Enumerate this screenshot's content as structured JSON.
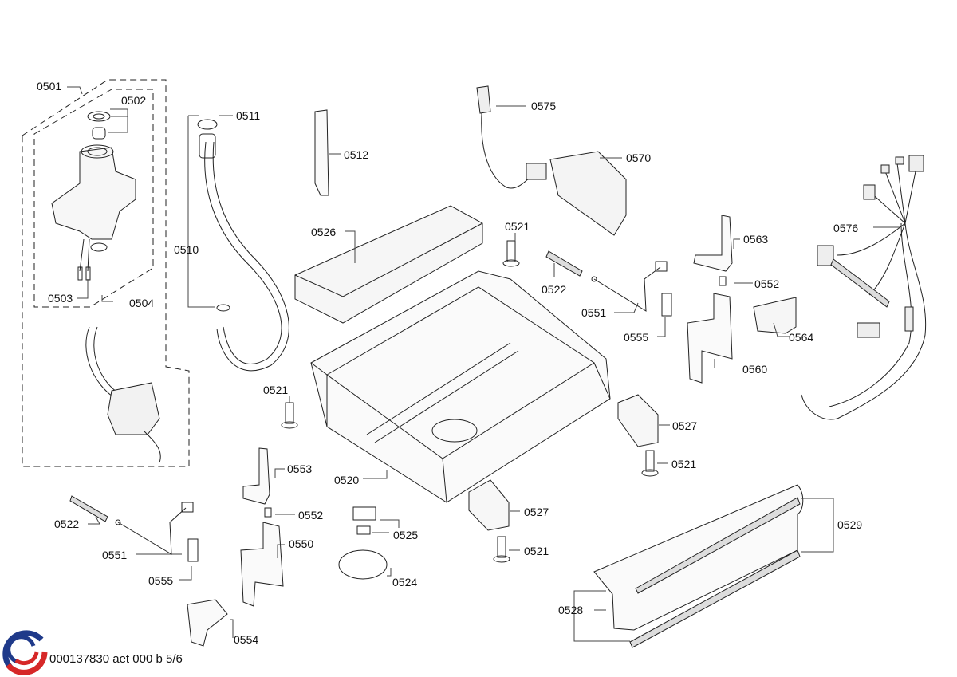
{
  "diagram": {
    "title": "Exploded parts diagram",
    "footer_code": "000137830 aet 000 b 5/6",
    "logo": "brand-swirl-logo",
    "colors": {
      "line": "#222222",
      "logo_blue": "#1f3a8a",
      "logo_red": "#d62828"
    },
    "labels": [
      {
        "id": "0501",
        "text": "0501"
      },
      {
        "id": "0502",
        "text": "0502"
      },
      {
        "id": "0503",
        "text": "0503"
      },
      {
        "id": "0504",
        "text": "0504"
      },
      {
        "id": "0510",
        "text": "0510"
      },
      {
        "id": "0511",
        "text": "0511"
      },
      {
        "id": "0512",
        "text": "0512"
      },
      {
        "id": "0526",
        "text": "0526"
      },
      {
        "id": "0575",
        "text": "0575"
      },
      {
        "id": "0570",
        "text": "0570"
      },
      {
        "id": "0576",
        "text": "0576"
      },
      {
        "id": "0521a",
        "text": "0521"
      },
      {
        "id": "0522a",
        "text": "0522"
      },
      {
        "id": "0551a",
        "text": "0551"
      },
      {
        "id": "0563",
        "text": "0563"
      },
      {
        "id": "0552a",
        "text": "0552"
      },
      {
        "id": "0555a",
        "text": "0555"
      },
      {
        "id": "0564",
        "text": "0564"
      },
      {
        "id": "0560",
        "text": "0560"
      },
      {
        "id": "0521b",
        "text": "0521"
      },
      {
        "id": "0520",
        "text": "0520"
      },
      {
        "id": "0527a",
        "text": "0527"
      },
      {
        "id": "0521c",
        "text": "0521"
      },
      {
        "id": "0553",
        "text": "0553"
      },
      {
        "id": "0552b",
        "text": "0552"
      },
      {
        "id": "0550",
        "text": "0550"
      },
      {
        "id": "0525",
        "text": "0525"
      },
      {
        "id": "0524",
        "text": "0524"
      },
      {
        "id": "0527b",
        "text": "0527"
      },
      {
        "id": "0521d",
        "text": "0521"
      },
      {
        "id": "0529",
        "text": "0529"
      },
      {
        "id": "0528",
        "text": "0528"
      },
      {
        "id": "0522b",
        "text": "0522"
      },
      {
        "id": "0551b",
        "text": "0551"
      },
      {
        "id": "0555b",
        "text": "0555"
      },
      {
        "id": "0554",
        "text": "0554"
      }
    ]
  }
}
